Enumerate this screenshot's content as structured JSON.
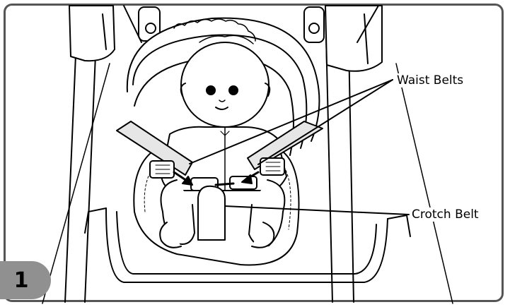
{
  "labels": {
    "waist": "Waist Belts",
    "crotch": "Crotch Belt"
  },
  "step_number": "1",
  "colors": {
    "frame_border": "#555555",
    "line_art": "#000000",
    "badge": "#909090"
  }
}
